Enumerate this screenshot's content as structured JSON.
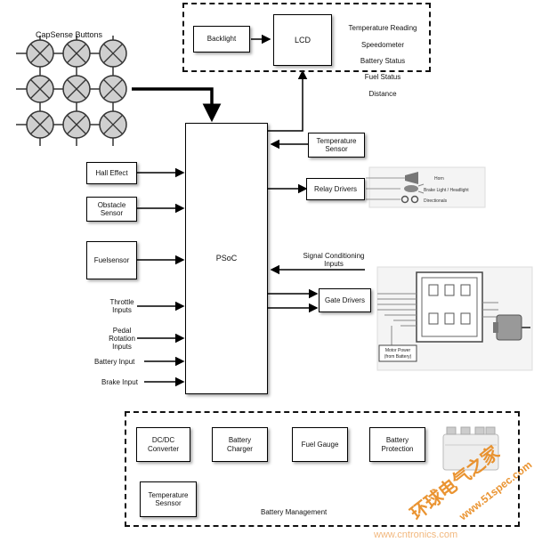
{
  "capsense_title": "CapSense Buttons",
  "lcd_area": {
    "backlight": "Backlight",
    "lcd": "LCD",
    "info_lines": [
      "Temperature Reading",
      "Speedometer",
      "Battery Status",
      "Fuel Status",
      "Distance"
    ]
  },
  "psoc": "PSoC",
  "left_inputs": {
    "hall_effect": "Hall Effect",
    "obstacle_sensor": "Obstacle\nSensor",
    "fuel_sensor": "Fuelsensor",
    "throttle_inputs": "Throttle\nInputs",
    "pedal_rotation_inputs": "Pedal\nRotation\nInputs",
    "battery_input": "Battery Input",
    "brake_input": "Brake Input"
  },
  "right_blocks": {
    "temperature_sensor": "Temperature\nSensor",
    "relay_drivers": "Relay Drivers",
    "signal_conditioning": "Signal Conditioning\nInputs",
    "gate_drivers": "Gate Drivers"
  },
  "relay_outputs": [
    "Horn",
    "Brake Light / Headlight",
    "Directionals"
  ],
  "motor_power": "Motor Power\n(from Battery)",
  "battery_management": {
    "title": "Battery Management",
    "dcdc": "DC/DC\nConverter",
    "charger": "Battery\nCharger",
    "fuel_gauge": "Fuel Gauge",
    "protection": "Battery\nProtection",
    "temp_sensor": "Temperature\nSesnsor"
  },
  "watermark": {
    "cn_text": "环球电气之家",
    "site_text": "www.51spec.com",
    "bottom_text": "www.cntronics.com",
    "color": "#e8891c"
  }
}
